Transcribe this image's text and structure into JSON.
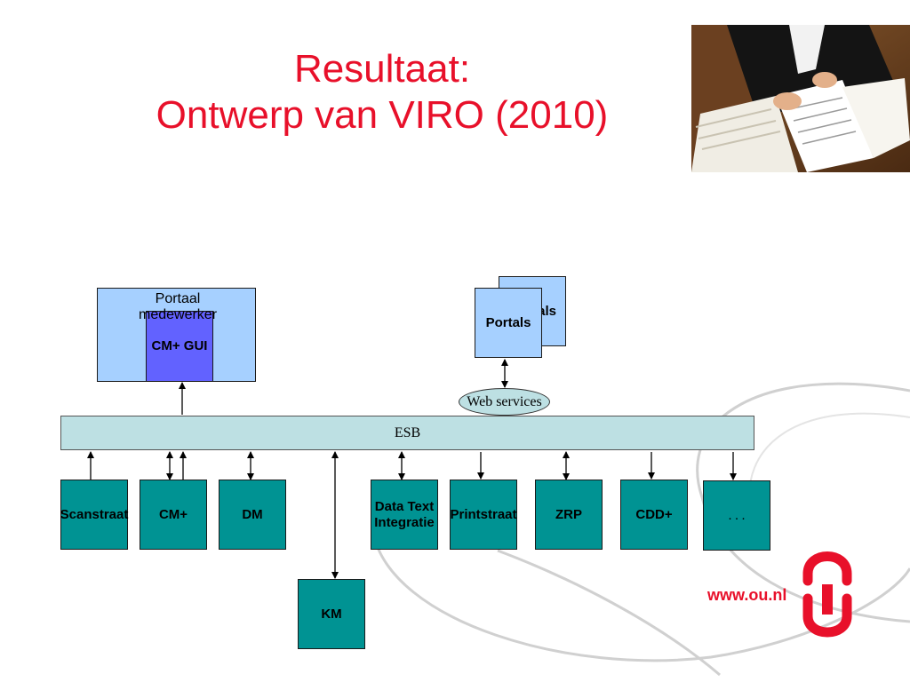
{
  "title": {
    "line1": "Resultaat:",
    "line2": "Ontwerp van VIRO (2010)"
  },
  "portaal": {
    "label_line1": "Portaal",
    "label_line2": "medewerker",
    "gui_label": "CM+ GUI"
  },
  "portals": {
    "back_label": "als",
    "front_label": "Portals"
  },
  "web_services_label": "Web services",
  "esb_label": "ESB",
  "components": {
    "scanstraat": "Scanstraat",
    "cm": "CM+",
    "dm": "DM",
    "data_text_line1": "Data Text",
    "data_text_line2": "Integratie",
    "printstraat": "Printstraat",
    "zrp": "ZRP",
    "cdd": "CDD+",
    "more": ". . .",
    "km": "KM"
  },
  "footer": {
    "url": "www.ou.nl"
  },
  "colors": {
    "title": "#e8102a",
    "teal": "#009393",
    "esb": "#bde0e3",
    "portal_bg": "#a6d0ff",
    "gui": "#6262ff",
    "logo": "#e8102a"
  }
}
